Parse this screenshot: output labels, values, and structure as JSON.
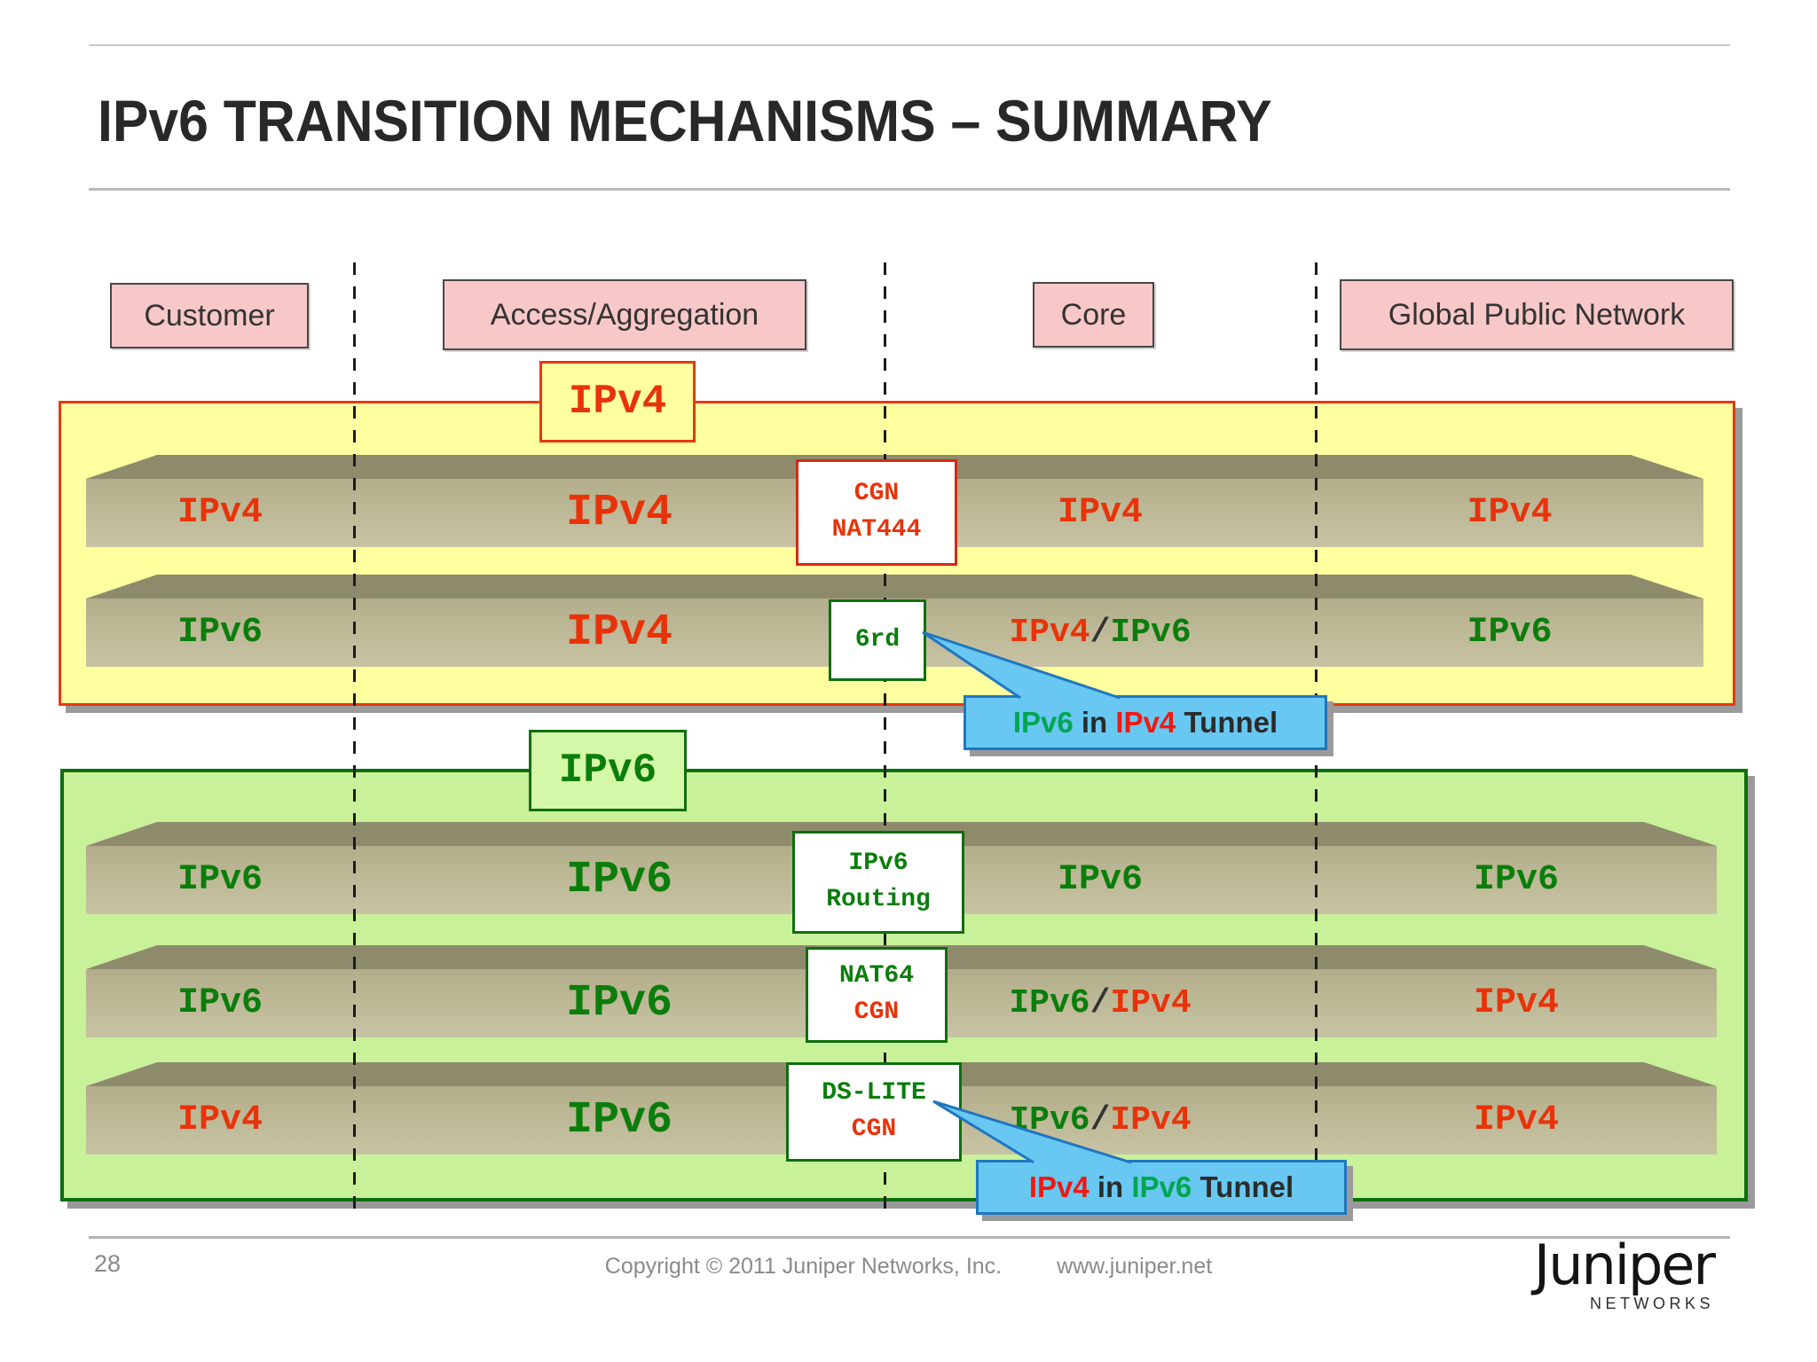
{
  "title": "IPv6 TRANSITION MECHANISMS – SUMMARY",
  "columns": [
    "Customer",
    "Access/Aggregation",
    "Core",
    "Global Public Network"
  ],
  "yellow_band": {
    "tab_label": "IPv4",
    "row1": {
      "customer": "IPv4",
      "access": "IPv4",
      "core": "IPv4",
      "global": "IPv4"
    },
    "row2": {
      "customer": "IPv6",
      "access": "IPv4",
      "core_left": "IPv4",
      "core_sep": "/",
      "core_right": "IPv6",
      "global": "IPv6"
    },
    "box_row1": {
      "line1": "CGN",
      "line2": "NAT444"
    },
    "box_row2": {
      "line1": "6rd"
    },
    "callout": {
      "part1": "IPv6",
      "part2": " in ",
      "part3": "IPv4",
      "part4": " Tunnel"
    }
  },
  "green_band": {
    "tab_label": "IPv6",
    "row1": {
      "customer": "IPv6",
      "access": "IPv6",
      "core": "IPv6",
      "global": "IPv6"
    },
    "row2": {
      "customer": "IPv6",
      "access": "IPv6",
      "core_left": "IPv6",
      "core_sep": "/",
      "core_right": "IPv4",
      "global": "IPv4"
    },
    "row3": {
      "customer": "IPv4",
      "access": "IPv6",
      "core_left": "IPv6",
      "core_sep": "/",
      "core_right": "IPv4",
      "global": "IPv4"
    },
    "box_row1": {
      "line1": "IPv6",
      "line2": "Routing"
    },
    "box_row2": {
      "line1": "NAT64",
      "line2": "CGN"
    },
    "box_row3": {
      "line1": "DS-LITE",
      "line2": "CGN"
    },
    "callout": {
      "part1": "IPv4",
      "part2": " in ",
      "part3": "IPv6",
      "part4": " Tunnel"
    }
  },
  "footer": {
    "page_number": "28",
    "copyright": "Copyright ©  2011 Juniper Networks, Inc.",
    "website": "www.juniper.net",
    "logo_text": "Juniper",
    "logo_subtext": "NETWORKS"
  },
  "colors": {
    "ipv4_red": "#e8330a",
    "ipv6_green": "#0b7d0b",
    "callout_red": "#ef1a10",
    "callout_green": "#00a651",
    "yellow_fill": "#feff9e",
    "yellow_border": "#e8380f",
    "green_fill": "#c9f199",
    "green_tab_fill": "#d4f7a8",
    "green_border": "#0e6f0e",
    "bar_front": "#bdb896",
    "bar_top": "#8e8b6d",
    "header_pink": "#f8c7c7",
    "callout_blue": "#68c8f2",
    "callout_border": "#2076c0",
    "shadow_gray": "#9a9a9a"
  }
}
